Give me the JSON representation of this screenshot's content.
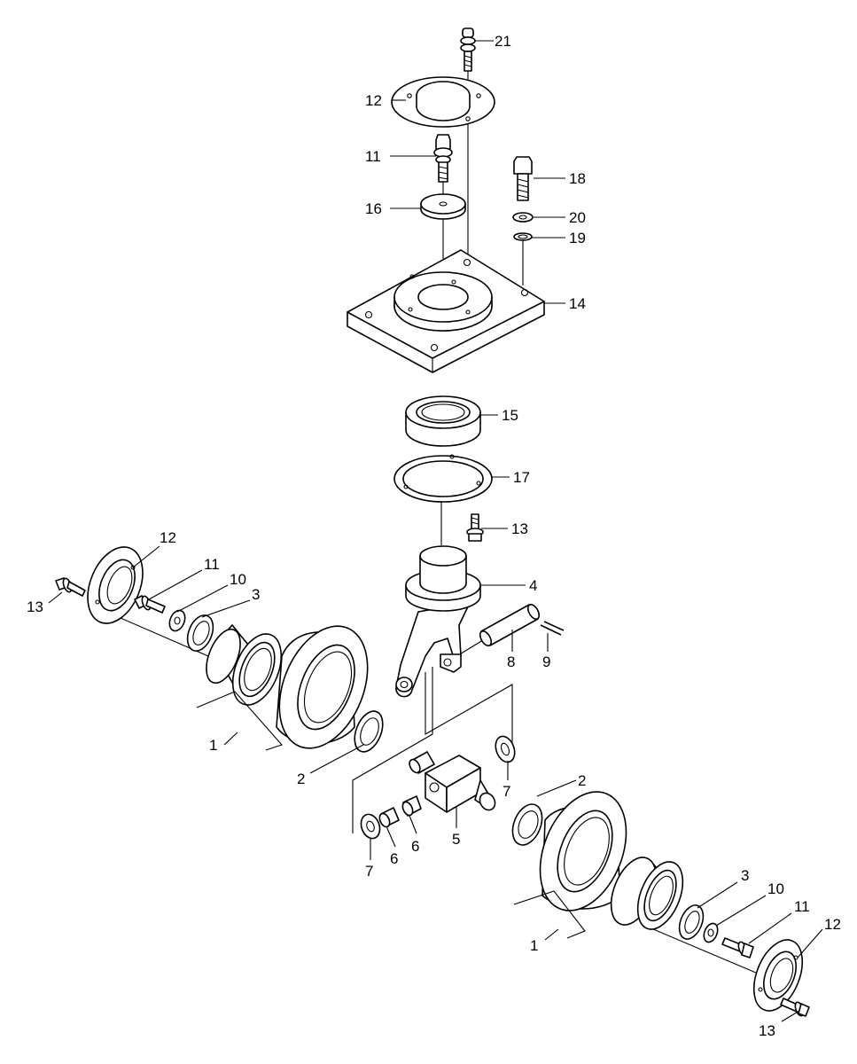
{
  "callouts": {
    "c21": "21",
    "c12a": "12",
    "c11a": "11",
    "c16": "16",
    "c18": "18",
    "c20": "20",
    "c19": "19",
    "c14": "14",
    "c15": "15",
    "c17": "17",
    "c13a": "13",
    "c12b": "12",
    "c11b": "11",
    "c10a": "10",
    "c3a": "3",
    "c13b": "13",
    "c4": "4",
    "c8": "8",
    "c9": "9",
    "c1a": "1",
    "c2a": "2",
    "c7a": "7",
    "c2b": "2",
    "c7b": "7",
    "c6a": "6",
    "c6b": "6",
    "c5": "5",
    "c3b": "3",
    "c10b": "10",
    "c11c": "11",
    "c12c": "12",
    "c1b": "1",
    "c13c": "13"
  }
}
